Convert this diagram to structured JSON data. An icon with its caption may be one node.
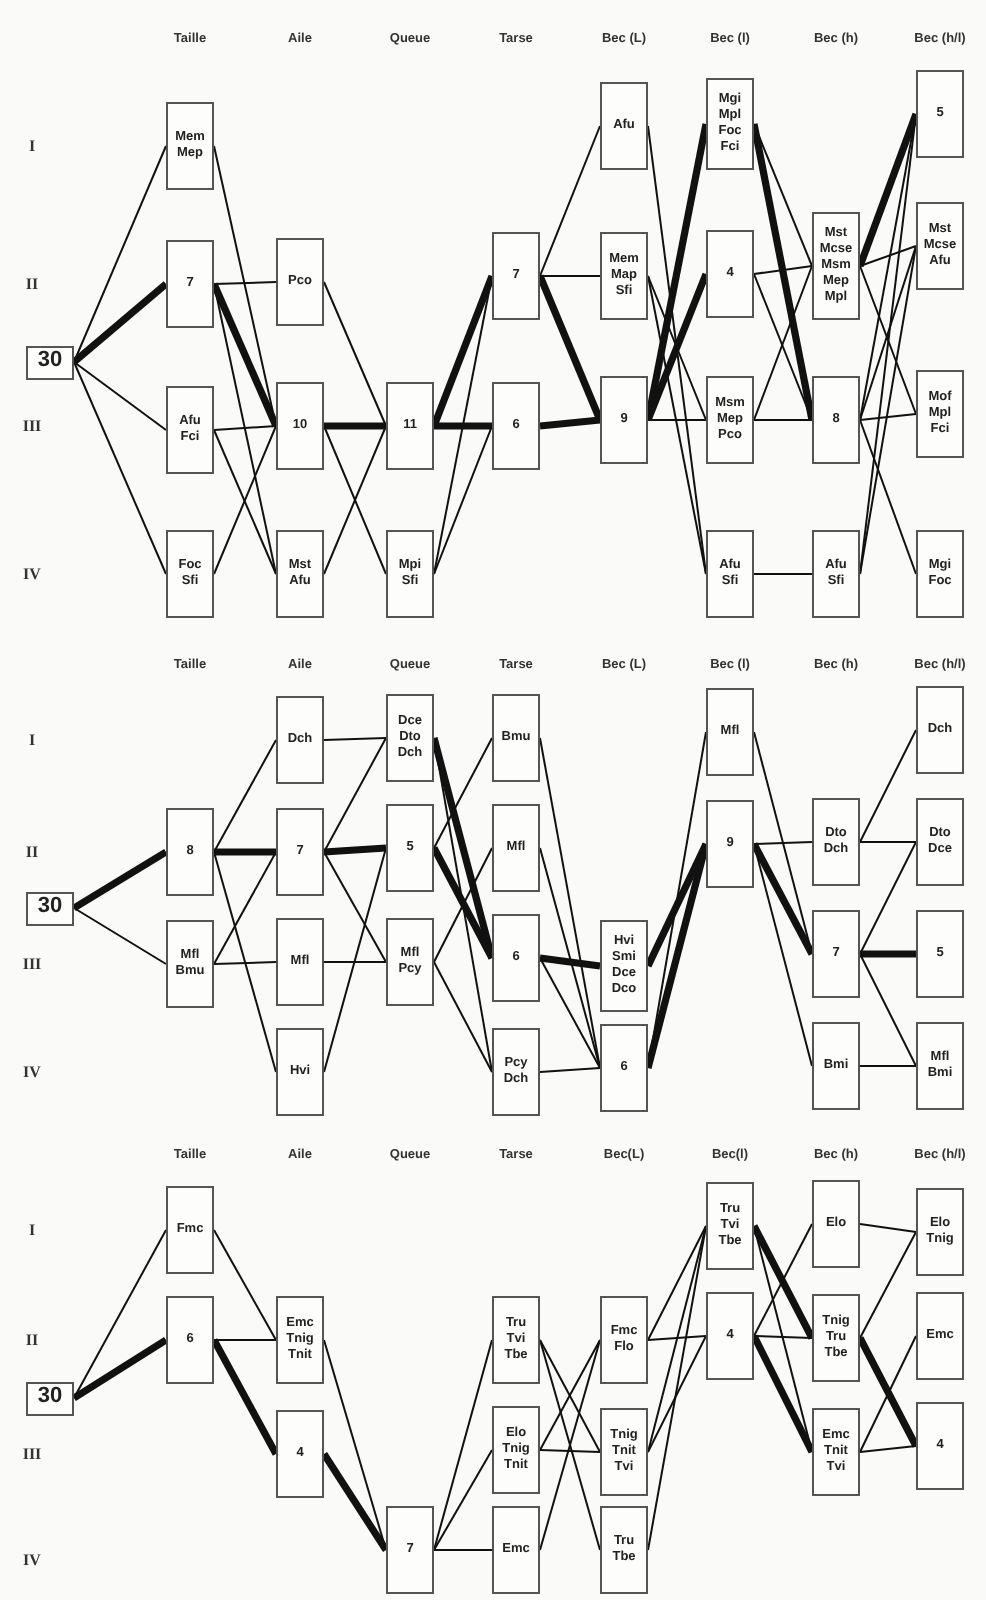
{
  "diagram": {
    "nodes": [
      {
        "text": [
          "30"
        ]
      },
      {
        "text": [
          "Mem Mep"
        ]
      },
      {
        "text": [
          "7"
        ]
      },
      {
        "text": [
          "Afu Fci"
        ]
      },
      {
        "text": [
          "Foc Sfi"
        ]
      },
      {
        "text": [
          "Pco"
        ]
      },
      {
        "text": [
          "10"
        ]
      },
      {
        "text": [
          "Mst Afu"
        ]
      },
      {
        "text": [
          "11"
        ]
      },
      {
        "text": [
          "Mpi Sfi"
        ]
      },
      {
        "text": [
          "7"
        ]
      },
      {
        "text": [
          "6"
        ]
      },
      {
        "text": [
          "Afu"
        ]
      },
      {
        "text": [
          "Mem Map Sfi"
        ]
      },
      {
        "text": [
          "9"
        ]
      },
      {
        "text": [
          "Mgi Mpl Foc Fci"
        ]
      },
      {
        "text": [
          "4"
        ]
      },
      {
        "text": [
          "Msm Mep Pco"
        ]
      },
      {
        "text": [
          "Afu Sfi"
        ]
      },
      {
        "text": [
          "Mst Mcse Msm Mep Mpl"
        ]
      },
      {
        "text": [
          "8"
        ]
      },
      {
        "text": [
          "Afu Sfi"
        ]
      },
      {
        "text": [
          "5"
        ]
      },
      {
        "text": [
          "Mst Mcse Afu"
        ]
      },
      {
        "text": [
          "Mof Mpl Fci"
        ]
      },
      {
        "text": [
          "Mgi Foc"
        ]
      },
      {
        "text": [
          "30"
        ]
      },
      {
        "text": [
          "8"
        ]
      },
      {
        "text": [
          "Mfl Bmu"
        ]
      },
      {
        "text": [
          "Dch"
        ]
      },
      {
        "text": [
          "7"
        ]
      },
      {
        "text": [
          "Mfl"
        ]
      },
      {
        "text": [
          "Hvi"
        ]
      },
      {
        "text": [
          "Dce Dto Dch"
        ]
      },
      {
        "text": [
          "5"
        ]
      },
      {
        "text": [
          "Mfl Pcy"
        ]
      },
      {
        "text": [
          "Bmu"
        ]
      },
      {
        "text": [
          "Mfl"
        ]
      },
      {
        "text": [
          "6"
        ]
      },
      {
        "text": [
          "Pcy Dch"
        ]
      },
      {
        "text": [
          "Hvi Smi Dce Dco"
        ]
      },
      {
        "text": [
          "6"
        ]
      },
      {
        "text": [
          "Mfl"
        ]
      },
      {
        "text": [
          "9"
        ]
      },
      {
        "text": [
          "Dto Dch"
        ]
      },
      {
        "text": [
          "7"
        ]
      },
      {
        "text": [
          "Bmi"
        ]
      },
      {
        "text": [
          "Dch"
        ]
      },
      {
        "text": [
          "Dto Dce"
        ]
      },
      {
        "text": [
          "5"
        ]
      },
      {
        "text": [
          "Mfl Bmi"
        ]
      },
      {
        "text": [
          "30"
        ]
      },
      {
        "text": [
          "Fmc"
        ]
      },
      {
        "text": [
          "6"
        ]
      },
      {
        "text": [
          "Emc Tnig Tnit"
        ]
      },
      {
        "text": [
          "4"
        ]
      },
      {
        "text": [
          "7"
        ]
      },
      {
        "text": [
          "Tru Tvi Tbe"
        ]
      },
      {
        "text": [
          "Elo Tnig Tnit"
        ]
      },
      {
        "text": [
          "Emc"
        ]
      },
      {
        "text": [
          "Fmc Flo"
        ]
      },
      {
        "text": [
          "Tnig Tnit Tvi"
        ]
      },
      {
        "text": [
          "Tru Tbe"
        ]
      },
      {
        "text": [
          "Tru Tvi Tbe"
        ]
      },
      {
        "text": [
          "4"
        ]
      },
      {
        "text": [
          "Elo"
        ]
      },
      {
        "text": [
          "Tnig Tru Tbe"
        ]
      },
      {
        "text": [
          "Emc Tnit Tvi"
        ]
      },
      {
        "text": [
          "Elo Tnig"
        ]
      },
      {
        "text": [
          "Emc"
        ]
      },
      {
        "text": [
          "4"
        ]
      }
    ],
    "edges": [
      {
        "from": 0,
        "to": 1,
        "arrow": "none"
      },
      {
        "from": 0,
        "to": 2,
        "arrow": "none",
        "style": "thick"
      },
      {
        "from": 0,
        "to": 3,
        "arrow": "none"
      },
      {
        "from": 0,
        "to": 4,
        "arrow": "none"
      },
      {
        "from": 1,
        "to": 6,
        "arrow": "none"
      },
      {
        "from": 2,
        "to": 5,
        "arrow": "none"
      },
      {
        "from": 2,
        "to": 6,
        "arrow": "none",
        "style": "thick"
      },
      {
        "from": 2,
        "to": 7,
        "arrow": "none"
      },
      {
        "from": 3,
        "to": 6,
        "arrow": "none"
      },
      {
        "from": 3,
        "to": 7,
        "arrow": "none"
      },
      {
        "from": 4,
        "to": 6,
        "arrow": "none"
      },
      {
        "from": 5,
        "to": 8,
        "arrow": "none"
      },
      {
        "from": 6,
        "to": 8,
        "arrow": "none",
        "style": "thick"
      },
      {
        "from": 6,
        "to": 9,
        "arrow": "none"
      },
      {
        "from": 7,
        "to": 8,
        "arrow": "none"
      },
      {
        "from": 8,
        "to": 10,
        "arrow": "none",
        "style": "thick"
      },
      {
        "from": 8,
        "to": 11,
        "arrow": "none",
        "style": "thick"
      },
      {
        "from": 9,
        "to": 10,
        "arrow": "none"
      },
      {
        "from": 9,
        "to": 11,
        "arrow": "none"
      },
      {
        "from": 10,
        "to": 12,
        "arrow": "none"
      },
      {
        "from": 10,
        "to": 13,
        "arrow": "none"
      },
      {
        "from": 10,
        "to": 14,
        "arrow": "none",
        "style": "thick"
      },
      {
        "from": 11,
        "to": 14,
        "arrow": "none",
        "style": "thick"
      },
      {
        "from": 12,
        "to": 18,
        "arrow": "none"
      },
      {
        "from": 13,
        "to": 17,
        "arrow": "none"
      },
      {
        "from": 13,
        "to": 18,
        "arrow": "none"
      },
      {
        "from": 14,
        "to": 15,
        "arrow": "none",
        "style": "thick"
      },
      {
        "from": 14,
        "to": 16,
        "arrow": "none",
        "style": "thick"
      },
      {
        "from": 14,
        "to": 17,
        "arrow": "none"
      },
      {
        "from": 15,
        "to": 19,
        "arrow": "none"
      },
      {
        "from": 15,
        "to": 20,
        "arrow": "none",
        "style": "thick"
      },
      {
        "from": 16,
        "to": 19,
        "arrow": "none"
      },
      {
        "from": 16,
        "to": 20,
        "arrow": "none"
      },
      {
        "from": 17,
        "to": 19,
        "arrow": "none"
      },
      {
        "from": 17,
        "to": 20,
        "arrow": "none"
      },
      {
        "from": 18,
        "to": 21,
        "arrow": "none"
      },
      {
        "from": 19,
        "to": 22,
        "arrow": "none",
        "style": "thick"
      },
      {
        "from": 19,
        "to": 23,
        "arrow": "none"
      },
      {
        "from": 19,
        "to": 24,
        "arrow": "none"
      },
      {
        "from": 20,
        "to": 22,
        "arrow": "none"
      },
      {
        "from": 20,
        "to": 23,
        "arrow": "none"
      },
      {
        "from": 20,
        "to": 24,
        "arrow": "none"
      },
      {
        "from": 20,
        "to": 25,
        "arrow": "none"
      },
      {
        "from": 21,
        "to": 22,
        "arrow": "none"
      },
      {
        "from": 21,
        "to": 23,
        "arrow": "none"
      },
      {
        "from": 26,
        "to": 27,
        "arrow": "none",
        "style": "thick"
      },
      {
        "from": 26,
        "to": 28,
        "arrow": "none"
      },
      {
        "from": 27,
        "to": 29,
        "arrow": "none"
      },
      {
        "from": 27,
        "to": 30,
        "arrow": "none",
        "style": "thick"
      },
      {
        "from": 27,
        "to": 32,
        "arrow": "none"
      },
      {
        "from": 28,
        "to": 30,
        "arrow": "none"
      },
      {
        "from": 28,
        "to": 31,
        "arrow": "none"
      },
      {
        "from": 29,
        "to": 33,
        "arrow": "none"
      },
      {
        "from": 30,
        "to": 33,
        "arrow": "none"
      },
      {
        "from": 30,
        "to": 34,
        "arrow": "none",
        "style": "thick"
      },
      {
        "from": 30,
        "to": 35,
        "arrow": "none"
      },
      {
        "from": 31,
        "to": 35,
        "arrow": "none"
      },
      {
        "from": 32,
        "to": 34,
        "arrow": "none"
      },
      {
        "from": 33,
        "to": 38,
        "arrow": "none",
        "style": "thick"
      },
      {
        "from": 33,
        "to": 39,
        "arrow": "none"
      },
      {
        "from": 34,
        "to": 36,
        "arrow": "none"
      },
      {
        "from": 34,
        "to": 38,
        "arrow": "none",
        "style": "thick"
      },
      {
        "from": 35,
        "to": 37,
        "arrow": "none"
      },
      {
        "from": 35,
        "to": 39,
        "arrow": "none"
      },
      {
        "from": 36,
        "to": 41,
        "arrow": "none"
      },
      {
        "from": 37,
        "to": 41,
        "arrow": "none"
      },
      {
        "from": 38,
        "to": 40,
        "arrow": "none",
        "style": "thick"
      },
      {
        "from": 38,
        "to": 41,
        "arrow": "none"
      },
      {
        "from": 39,
        "to": 41,
        "arrow": "none"
      },
      {
        "from": 40,
        "to": 43,
        "arrow": "none",
        "style": "thick"
      },
      {
        "from": 41,
        "to": 43,
        "arrow": "none",
        "style": "thick"
      },
      {
        "from": 41,
        "to": 42,
        "arrow": "none"
      },
      {
        "from": 42,
        "to": 45,
        "arrow": "none"
      },
      {
        "from": 43,
        "to": 44,
        "arrow": "none"
      },
      {
        "from": 43,
        "to": 45,
        "arrow": "none",
        "style": "thick"
      },
      {
        "from": 43,
        "to": 46,
        "arrow": "none"
      },
      {
        "from": 44,
        "to": 47,
        "arrow": "none"
      },
      {
        "from": 44,
        "to": 48,
        "arrow": "none"
      },
      {
        "from": 45,
        "to": 48,
        "arrow": "none"
      },
      {
        "from": 45,
        "to": 49,
        "arrow": "none",
        "style": "thick"
      },
      {
        "from": 45,
        "to": 50,
        "arrow": "none"
      },
      {
        "from": 46,
        "to": 50,
        "arrow": "none"
      },
      {
        "from": 51,
        "to": 52,
        "arrow": "none"
      },
      {
        "from": 51,
        "to": 53,
        "arrow": "none",
        "style": "thick"
      },
      {
        "from": 52,
        "to": 54,
        "arrow": "none"
      },
      {
        "from": 53,
        "to": 54,
        "arrow": "none"
      },
      {
        "from": 53,
        "to": 55,
        "arrow": "none",
        "style": "thick"
      },
      {
        "from": 54,
        "to": 56,
        "arrow": "none"
      },
      {
        "from": 55,
        "to": 56,
        "arrow": "none",
        "style": "thick"
      },
      {
        "from": 56,
        "to": 57,
        "arrow": "none"
      },
      {
        "from": 56,
        "to": 58,
        "arrow": "none"
      },
      {
        "from": 56,
        "to": 59,
        "arrow": "none"
      },
      {
        "from": 57,
        "to": 61,
        "arrow": "none"
      },
      {
        "from": 57,
        "to": 62,
        "arrow": "none"
      },
      {
        "from": 58,
        "to": 60,
        "arrow": "none"
      },
      {
        "from": 58,
        "to": 61,
        "arrow": "none"
      },
      {
        "from": 59,
        "to": 60,
        "arrow": "none"
      },
      {
        "from": 60,
        "to": 64,
        "arrow": "none"
      },
      {
        "from": 60,
        "to": 63,
        "arrow": "none"
      },
      {
        "from": 61,
        "to": 63,
        "arrow": "none"
      },
      {
        "from": 61,
        "to": 64,
        "arrow": "none"
      },
      {
        "from": 62,
        "to": 63,
        "arrow": "none"
      },
      {
        "from": 63,
        "to": 66,
        "arrow": "none",
        "style": "thick"
      },
      {
        "from": 63,
        "to": 67,
        "arrow": "none"
      },
      {
        "from": 64,
        "to": 65,
        "arrow": "none"
      },
      {
        "from": 64,
        "to": 66,
        "arrow": "none"
      },
      {
        "from": 64,
        "to": 67,
        "arrow": "none",
        "style": "thick"
      },
      {
        "from": 65,
        "to": 68,
        "arrow": "none"
      },
      {
        "from": 66,
        "to": 68,
        "arrow": "none"
      },
      {
        "from": 66,
        "to": 70,
        "arrow": "none",
        "style": "thick"
      },
      {
        "from": 67,
        "to": 69,
        "arrow": "none"
      },
      {
        "from": 67,
        "to": 70,
        "arrow": "none"
      }
    ],
    "labels": [
      "Taille",
      "Aile",
      "Queue",
      "Tarse",
      "Bec (L)",
      "Bec (l)",
      "Bec (h)",
      "Bec (h/l)",
      "I",
      "II",
      "III",
      "IV",
      "Taille",
      "Aile",
      "Queue",
      "Tarse",
      "Bec (L)",
      "Bec (l)",
      "Bec (h)",
      "Bec (h/l)",
      "I",
      "II",
      "III",
      "IV",
      "Taille",
      "Aile",
      "Queue",
      "Tarse",
      "Bec(L)",
      "Bec(l)",
      "Bec (h)",
      "Bec (h/l)",
      "I",
      "II",
      "III",
      "IV"
    ]
  }
}
